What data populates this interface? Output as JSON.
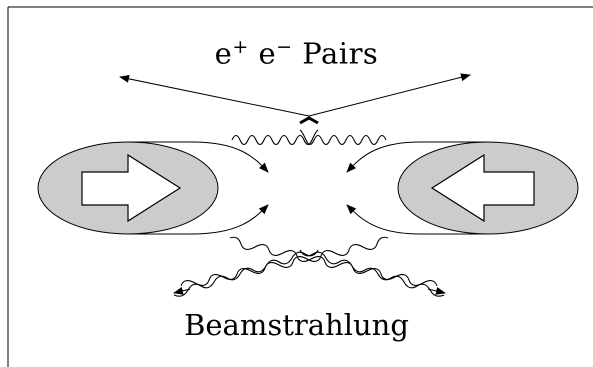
{
  "labels": {
    "pair_e": "e",
    "pair_plus": "+",
    "pair_e2": "e",
    "pair_minus": "−",
    "pair_word": "Pairs",
    "beamstrahlung": "Beamstrahlung"
  },
  "colors": {
    "background": "#ffffff",
    "stroke": "#000000",
    "beam_fill": "#cccccc",
    "arrow_fill": "#ffffff"
  },
  "shapes": {
    "left_beam_arrow": "arrow-right",
    "right_beam_arrow": "arrow-left",
    "photon": "wavy-line",
    "particle": "straight-arrow"
  }
}
